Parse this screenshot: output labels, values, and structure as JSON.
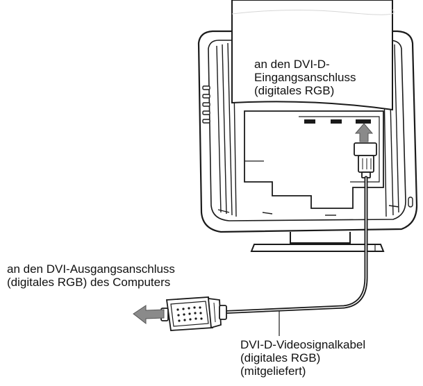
{
  "labels": {
    "input_connector": [
      "an den DVI-D-",
      "Eingangsanschluss",
      "(digitales RGB)"
    ],
    "output_connector": [
      "an den DVI-Ausgangsanschluss",
      "(digitales RGB) des Computers"
    ],
    "cable": [
      "DVI-D-Videosignalkabel",
      "(digitales RGB)",
      "(mitgeliefert)"
    ]
  },
  "colors": {
    "line": "#1a1a1a",
    "arrow": "#8a8a8a",
    "panel": "#ffffff",
    "shade": "#d6d6d6"
  }
}
